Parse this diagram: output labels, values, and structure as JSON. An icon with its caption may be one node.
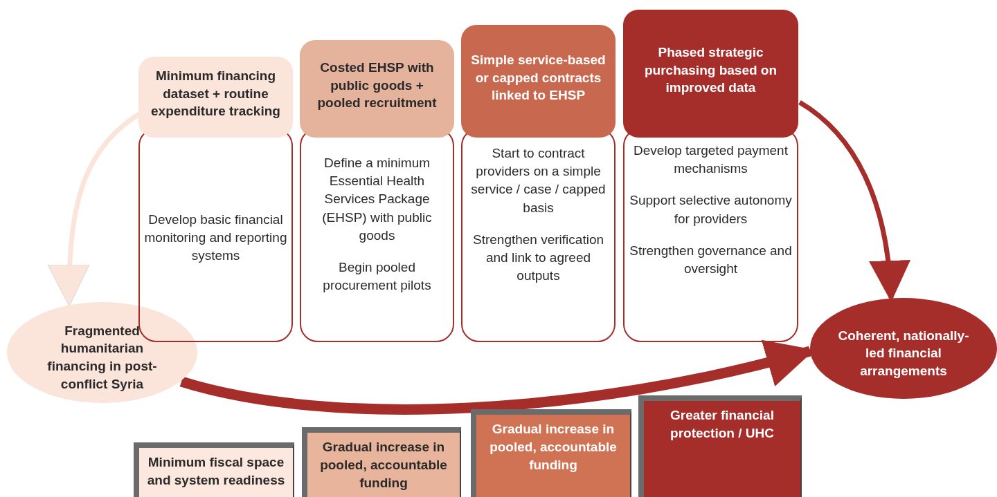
{
  "diagram": {
    "nodes": [
      {
        "text": [
          "Fragmented humanitarian financing in post-conflict Syria"
        ]
      },
      {
        "text": [
          "Minimum financing dataset + routine expenditure tracking",
          "Develop basic financial monitoring and reporting systems"
        ]
      },
      {
        "text": [
          "Costed EHSP with public goods + pooled recruitment",
          "Define a minimum Essential Health Services Package (EHSP) with public goods",
          "Begin pooled procurement pilots"
        ]
      },
      {
        "text": [
          "Simple service-based or capped contracts linked to EHSP",
          "Start to contract providers on a simple service / case / capped basis",
          "Strengthen verification and link to agreed outputs"
        ]
      },
      {
        "text": [
          "Phased strategic purchasing based on improved data",
          "Develop targeted payment mechanisms",
          "Support selective autonomy for providers",
          "Strengthen governance and oversight"
        ]
      },
      {
        "text": [
          "Coherent, nationally-led financial arrangements"
        ]
      },
      {
        "text": [
          "Minimum fiscal space and system readiness"
        ]
      },
      {
        "text": [
          "Gradual increase in pooled, accountable funding"
        ]
      },
      {
        "text": [
          "Gradual increase in pooled, accountable funding"
        ]
      },
      {
        "text": [
          "Greater financial protection / UHC"
        ]
      }
    ],
    "edges": [
      {
        "from": 1,
        "to": 0,
        "arrow": "to",
        "color": "#fbe4d9"
      },
      {
        "from": 4,
        "to": 5,
        "arrow": "to"
      },
      {
        "from": 0,
        "to": 5,
        "arrow": "to",
        "style": "thick"
      }
    ]
  }
}
